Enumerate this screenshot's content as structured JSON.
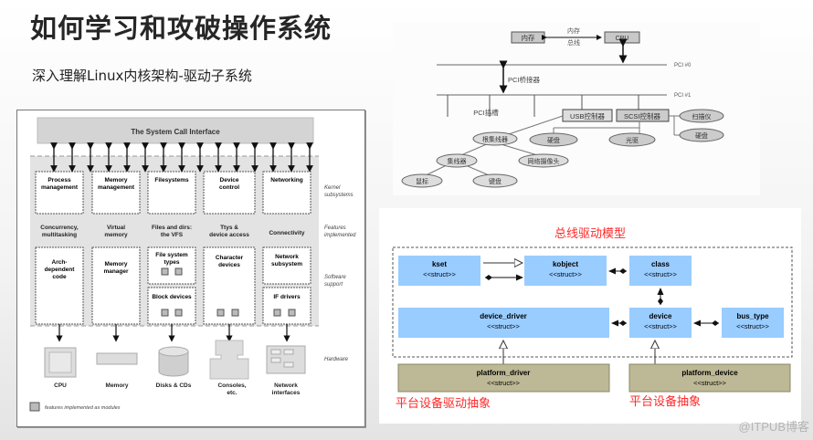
{
  "slide": {
    "title": "如何学习和攻破操作系统",
    "subtitle": "深入理解Linux内核架构-驱动子系统",
    "watermark": "@ITPUB博客"
  },
  "kernel_diagram": {
    "syscall_interface": "The System Call Interface",
    "subsystems": [
      "Process management",
      "Memory management",
      "Filesystems",
      "Device control",
      "Networking"
    ],
    "features": [
      [
        "Concurrency,",
        "multitasking"
      ],
      [
        "Virtual",
        "memory"
      ],
      [
        "Files and dirs:",
        "the VFS"
      ],
      [
        "Ttys &",
        "device access"
      ],
      [
        "Connectivity"
      ]
    ],
    "software": {
      "arch": [
        "Arch-",
        "dependent",
        "code"
      ],
      "memory_manager": [
        "Memory",
        "manager"
      ],
      "fs_types": [
        "File system",
        "types"
      ],
      "block_devices": "Block devices",
      "char_devices": [
        "Character",
        "devices"
      ],
      "network_subsystem": [
        "Network",
        "subsystem"
      ],
      "if_drivers": "IF drivers"
    },
    "hardware": [
      [
        "CPU"
      ],
      [
        "Memory"
      ],
      [
        "Disks & CDs"
      ],
      [
        "Consoles,",
        "etc."
      ],
      [
        "Network",
        "interfaces"
      ]
    ],
    "side_labels": {
      "kernel_subsystems": [
        "Kernel",
        "subsystems"
      ],
      "features_implemented": [
        "Features",
        "implemented"
      ],
      "software_support": [
        "Software",
        "support"
      ],
      "hardware": "Hardware"
    },
    "legend": "features implemented as modules"
  },
  "pci_diagram": {
    "memory": "内存",
    "memory_bus": [
      "内存",
      "总线"
    ],
    "cpu": "CPU",
    "pci0": "PCI #0",
    "pci1": "PCI #1",
    "bridge": "PCI桥接器",
    "slot": "PCI插槽",
    "usb_controller": "USB控制器",
    "scsi_controller": "SCSI控制器",
    "root_hub": "根集线器",
    "hub": "集线器",
    "webcam": "网络摄像头",
    "mouse": "鼠标",
    "keyboard": "键盘",
    "disk": "硬盘",
    "optical": "光驱",
    "scanner": "扫描仪",
    "disk2": "硬盘"
  },
  "bus_model": {
    "title": "总线驱动模型",
    "stereotype": "<<struct>>",
    "boxes": {
      "kset": "kset",
      "kobject": "kobject",
      "class": "class",
      "device_driver": "device_driver",
      "device": "device",
      "bus_type": "bus_type",
      "platform_driver": "platform_driver",
      "platform_device": "platform_device"
    },
    "platform_driver_caption": "平台设备驱动抽象",
    "platform_device_caption": "平台设备抽象",
    "colors": {
      "core_box": "#99ccff",
      "platform_box": "#bdb895",
      "caption": "#ff2a2a"
    }
  }
}
